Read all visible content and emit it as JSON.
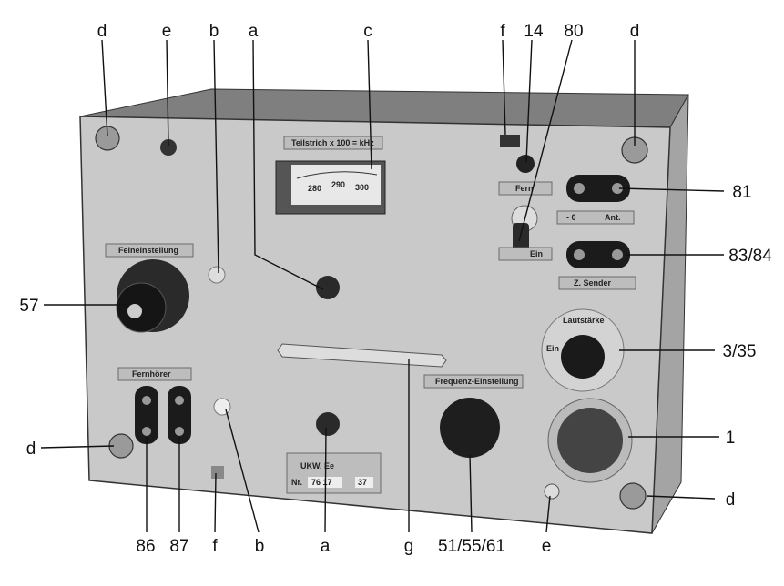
{
  "figure": {
    "callouts_top": [
      "d",
      "e",
      "b",
      "a",
      "c",
      "f",
      "14",
      "80",
      "d"
    ],
    "callouts_right": [
      "81",
      "83/84",
      "3/35",
      "1",
      "d"
    ],
    "callouts_left": [
      "57",
      "d"
    ],
    "callouts_bottom": [
      "86",
      "87",
      "f",
      "b",
      "a",
      "g",
      "51/55/61",
      "e"
    ]
  },
  "panel": {
    "meter_plate": "Teilstrich x 100 = kHz",
    "meter_scale": [
      "280",
      "290",
      "300"
    ],
    "fine_tuning_plate": "Feineinstellung",
    "headphones_plate": "Fernhörer",
    "remote_plate": "Fern",
    "on_plate": "Ein",
    "antenna_plate_left": "- 0",
    "antenna_plate_right": "Ant.",
    "transmitter_plate": "Z. Sender",
    "volume_plate": "Lautstärke",
    "volume_on": "Ein",
    "frequency_plate": "Frequenz-Einstellung",
    "type_plate": "UKW. Ee",
    "serial_label": "Nr.",
    "serial_number": "76 17",
    "serial_suffix": "37"
  },
  "colors": {
    "panel": "#c9c9c9",
    "panel_top": "#8e8e8e",
    "panel_side": "#a9a9a9",
    "knob": "#1e1e1e"
  }
}
